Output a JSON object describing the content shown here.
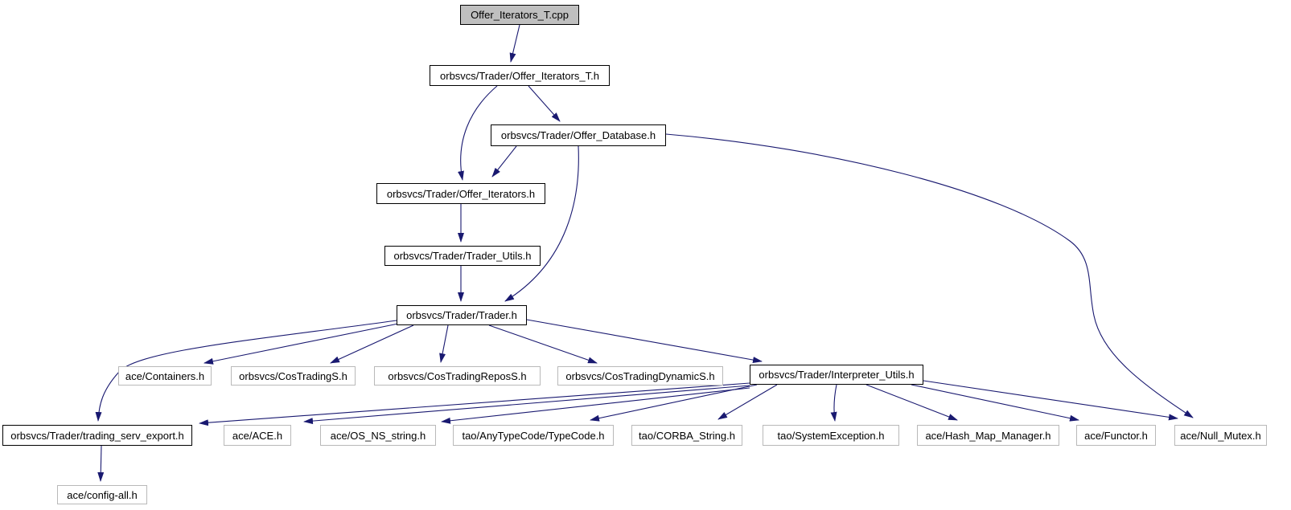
{
  "diagram": {
    "kind": "include-dependency-graph",
    "root_label": "Offer_Iterators_T.cpp",
    "colors": {
      "edge": "#191970",
      "root_fill": "#bfbfbf",
      "node_fill": "#ffffff",
      "linked_border": "#000000",
      "leaf_border": "#b9b9b9",
      "text": "#000000"
    },
    "nodes": [
      {
        "id": "offer-iterators-t-cpp",
        "label": "Offer_Iterators_T.cpp",
        "kind": "root"
      },
      {
        "id": "offer-iterators-t-h",
        "label": "orbsvcs/Trader/Offer_Iterators_T.h",
        "kind": "linked"
      },
      {
        "id": "offer-database-h",
        "label": "orbsvcs/Trader/Offer_Database.h",
        "kind": "linked"
      },
      {
        "id": "offer-iterators-h",
        "label": "orbsvcs/Trader/Offer_Iterators.h",
        "kind": "linked"
      },
      {
        "id": "trader-utils-h",
        "label": "orbsvcs/Trader/Trader_Utils.h",
        "kind": "linked"
      },
      {
        "id": "trader-h",
        "label": "orbsvcs/Trader/Trader.h",
        "kind": "linked"
      },
      {
        "id": "ace-containers-h",
        "label": "ace/Containers.h",
        "kind": "leaf"
      },
      {
        "id": "cos-trading-s-h",
        "label": "orbsvcs/CosTradingS.h",
        "kind": "leaf"
      },
      {
        "id": "cos-trading-repos-s-h",
        "label": "orbsvcs/CosTradingReposS.h",
        "kind": "leaf"
      },
      {
        "id": "cos-trading-dynamic-s-h",
        "label": "orbsvcs/CosTradingDynamicS.h",
        "kind": "leaf"
      },
      {
        "id": "interpreter-utils-h",
        "label": "orbsvcs/Trader/Interpreter_Utils.h",
        "kind": "linked"
      },
      {
        "id": "trading-serv-export-h",
        "label": "orbsvcs/Trader/trading_serv_export.h",
        "kind": "linked"
      },
      {
        "id": "ace-ace-h",
        "label": "ace/ACE.h",
        "kind": "leaf"
      },
      {
        "id": "ace-os-ns-string-h",
        "label": "ace/OS_NS_string.h",
        "kind": "leaf"
      },
      {
        "id": "tao-typecode-h",
        "label": "tao/AnyTypeCode/TypeCode.h",
        "kind": "leaf"
      },
      {
        "id": "tao-corba-string-h",
        "label": "tao/CORBA_String.h",
        "kind": "leaf"
      },
      {
        "id": "tao-system-exception-h",
        "label": "tao/SystemException.h",
        "kind": "leaf"
      },
      {
        "id": "ace-hash-map-manager-h",
        "label": "ace/Hash_Map_Manager.h",
        "kind": "leaf"
      },
      {
        "id": "ace-functor-h",
        "label": "ace/Functor.h",
        "kind": "leaf"
      },
      {
        "id": "ace-null-mutex-h",
        "label": "ace/Null_Mutex.h",
        "kind": "leaf"
      },
      {
        "id": "ace-config-all-h",
        "label": "ace/config-all.h",
        "kind": "leaf"
      }
    ],
    "edges": [
      {
        "from": "offer-iterators-t-cpp",
        "to": "offer-iterators-t-h"
      },
      {
        "from": "offer-iterators-t-h",
        "to": "offer-database-h"
      },
      {
        "from": "offer-iterators-t-h",
        "to": "offer-iterators-h"
      },
      {
        "from": "offer-database-h",
        "to": "offer-iterators-h"
      },
      {
        "from": "offer-database-h",
        "to": "trader-h"
      },
      {
        "from": "offer-database-h",
        "to": "ace-null-mutex-h"
      },
      {
        "from": "offer-iterators-h",
        "to": "trader-utils-h"
      },
      {
        "from": "trader-utils-h",
        "to": "trader-h"
      },
      {
        "from": "trader-h",
        "to": "ace-containers-h"
      },
      {
        "from": "trader-h",
        "to": "cos-trading-s-h"
      },
      {
        "from": "trader-h",
        "to": "cos-trading-repos-s-h"
      },
      {
        "from": "trader-h",
        "to": "cos-trading-dynamic-s-h"
      },
      {
        "from": "trader-h",
        "to": "interpreter-utils-h"
      },
      {
        "from": "trader-h",
        "to": "trading-serv-export-h"
      },
      {
        "from": "interpreter-utils-h",
        "to": "trading-serv-export-h"
      },
      {
        "from": "interpreter-utils-h",
        "to": "ace-ace-h"
      },
      {
        "from": "interpreter-utils-h",
        "to": "ace-os-ns-string-h"
      },
      {
        "from": "interpreter-utils-h",
        "to": "tao-typecode-h"
      },
      {
        "from": "interpreter-utils-h",
        "to": "tao-corba-string-h"
      },
      {
        "from": "interpreter-utils-h",
        "to": "tao-system-exception-h"
      },
      {
        "from": "interpreter-utils-h",
        "to": "ace-hash-map-manager-h"
      },
      {
        "from": "interpreter-utils-h",
        "to": "ace-functor-h"
      },
      {
        "from": "interpreter-utils-h",
        "to": "ace-null-mutex-h"
      },
      {
        "from": "trading-serv-export-h",
        "to": "ace-config-all-h"
      }
    ]
  }
}
